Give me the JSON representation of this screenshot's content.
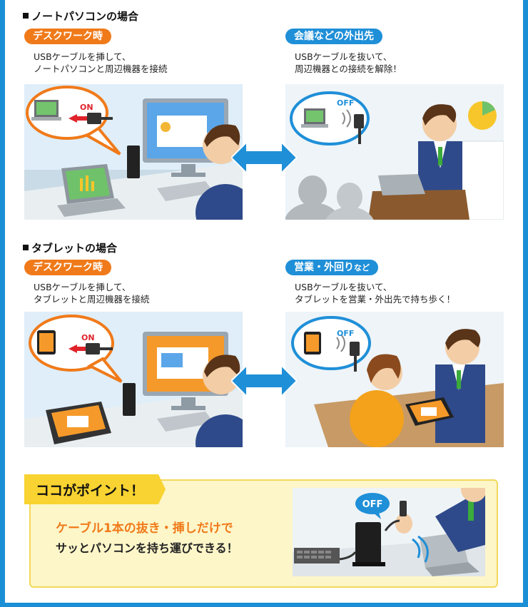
{
  "section1": {
    "title": "ノートパソコンの場合",
    "left": {
      "tag": "デスクワーク時",
      "desc": [
        "USBケーブルを挿して、",
        "ノートパソコンと周辺機器を接続"
      ],
      "switch_label": "ON"
    },
    "right": {
      "tag": "会議などの外出先",
      "desc": [
        "USBケーブルを抜いて、",
        "周辺機器との接続を解除！"
      ],
      "switch_label": "OFF"
    }
  },
  "section2": {
    "title": "タブレットの場合",
    "left": {
      "tag": "デスクワーク時",
      "desc": [
        "USBケーブルを挿して、",
        "タブレットと周辺機器を接続"
      ],
      "switch_label": "ON"
    },
    "right": {
      "tag_main": "営業・外回り",
      "tag_small": "など",
      "desc": [
        "USBケーブルを抜いて、",
        "タブレットを営業・外出先で持ち歩く！"
      ],
      "switch_label": "OFF"
    }
  },
  "point": {
    "label": "ココがポイント！",
    "line1": "ケーブル1本の抜き・挿しだけで",
    "line2": "サッとパソコンを持ち運びできる！",
    "badge": "OFF"
  },
  "colors": {
    "frame": "#1a8fd6",
    "orange": "#f07a1a",
    "blue": "#1f8fd8",
    "point_bg": "#fdf6c9",
    "point_tab": "#f8d331"
  }
}
